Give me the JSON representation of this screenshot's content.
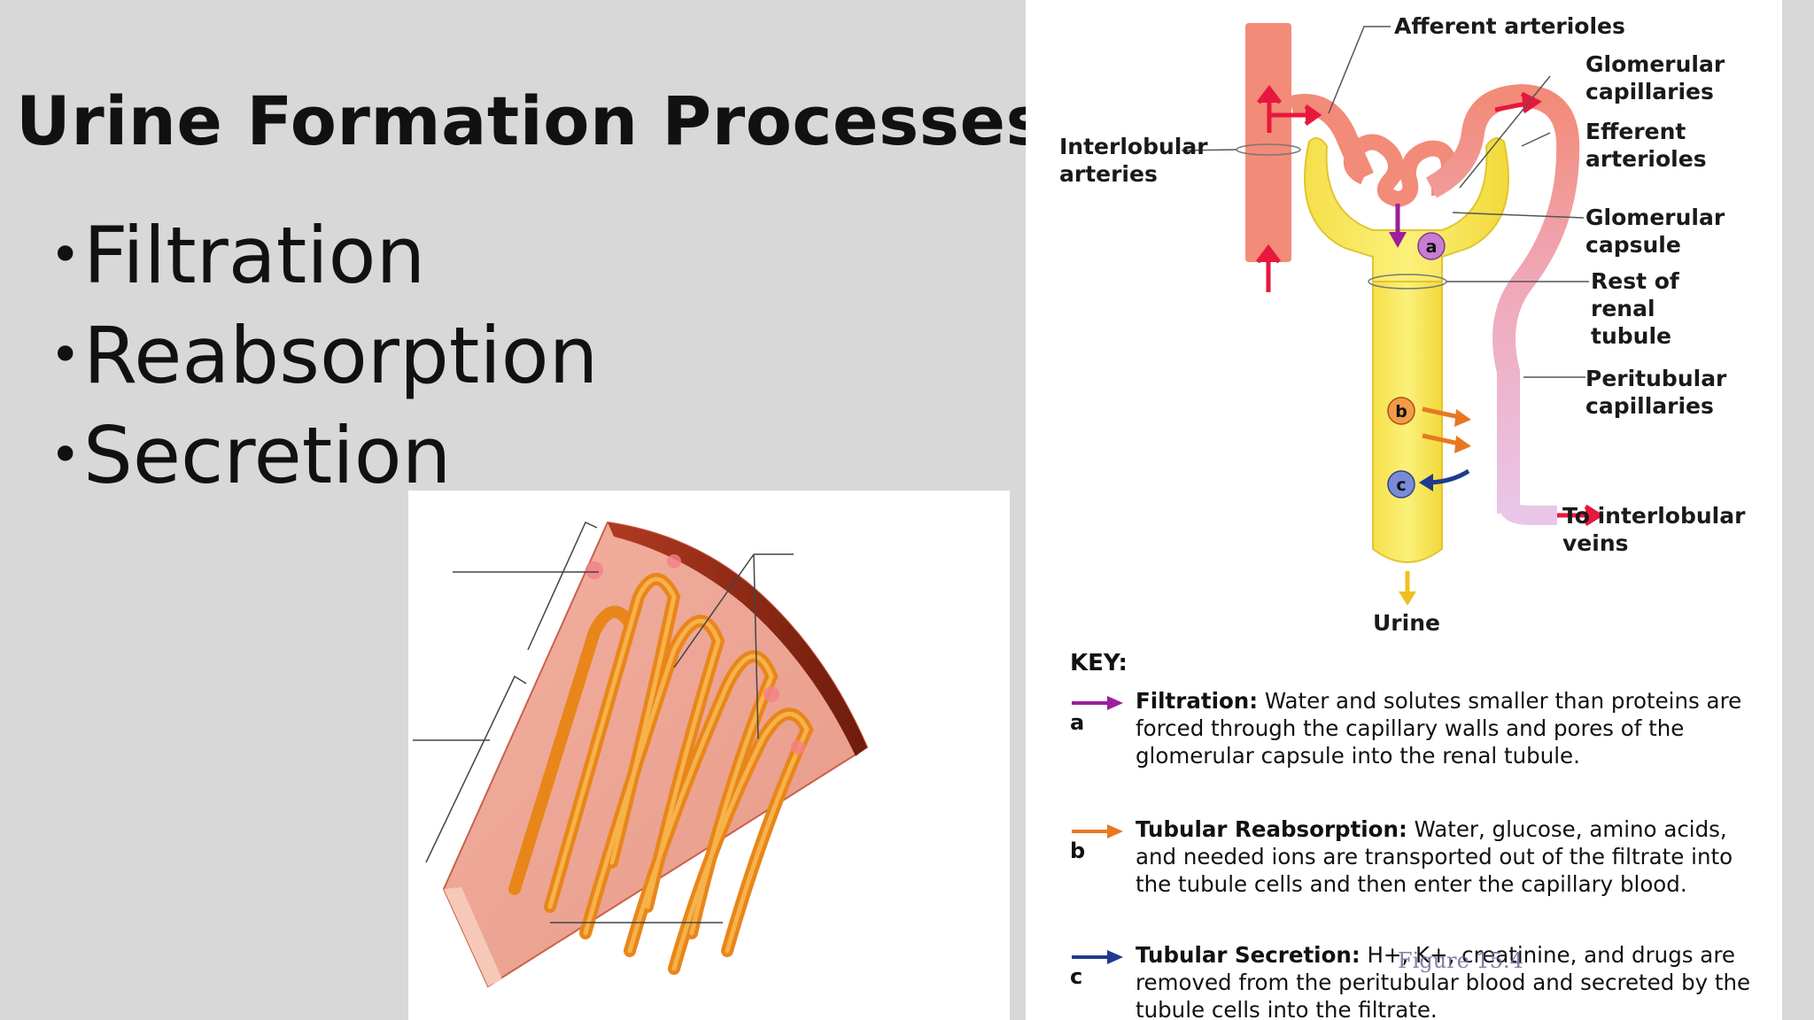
{
  "slide": {
    "title": "Urine Formation Processes",
    "bullets": [
      "Filtration",
      "Reabsorption",
      "Secretion"
    ]
  },
  "nephron_diagram": {
    "labels": {
      "afferent": "Afferent arterioles",
      "glomerular_capillaries": "Glomerular\ncapillaries",
      "efferent": "Efferent\narterioles",
      "interlobular_arteries": "Interlobular\narteries",
      "glomerular_capsule": "Glomerular\ncapsule",
      "rest_of_tubule": "Rest of\nrenal\ntubule",
      "peritubular": "Peritubular\ncapillaries",
      "to_veins": "To interlobular\nveins",
      "urine": "Urine"
    },
    "markers": {
      "a": "a",
      "b": "b",
      "c": "c"
    },
    "key": {
      "title": "KEY:",
      "items": [
        {
          "letter": "a",
          "color": "#9b1f9b",
          "heading": "Filtration:",
          "text": "Water and solutes smaller than proteins are forced through the capillary walls and pores of the glomerular capsule into the renal tubule."
        },
        {
          "letter": "b",
          "color": "#e87722",
          "heading": "Tubular Reabsorption:",
          "text": "Water, glucose, amino acids, and needed ions are transported out of the filtrate into the tubule cells and then enter the capillary blood."
        },
        {
          "letter": "c",
          "color": "#1f3a8f",
          "heading": "Tubular Secretion:",
          "text": "H+, K+, creatinine, and drugs are removed from  the peritubular blood and secreted by the tubule cells into the filtrate."
        }
      ]
    },
    "figure_caption": "Figure 15.4"
  },
  "colors": {
    "artery": "#f28b78",
    "tubule": "#f7e45a",
    "filtration_arrow": "#9b1f9b",
    "reabsorption_arrow": "#e87722",
    "secretion_arrow": "#1f3a8f",
    "flow_arrow": "#e8173d"
  }
}
